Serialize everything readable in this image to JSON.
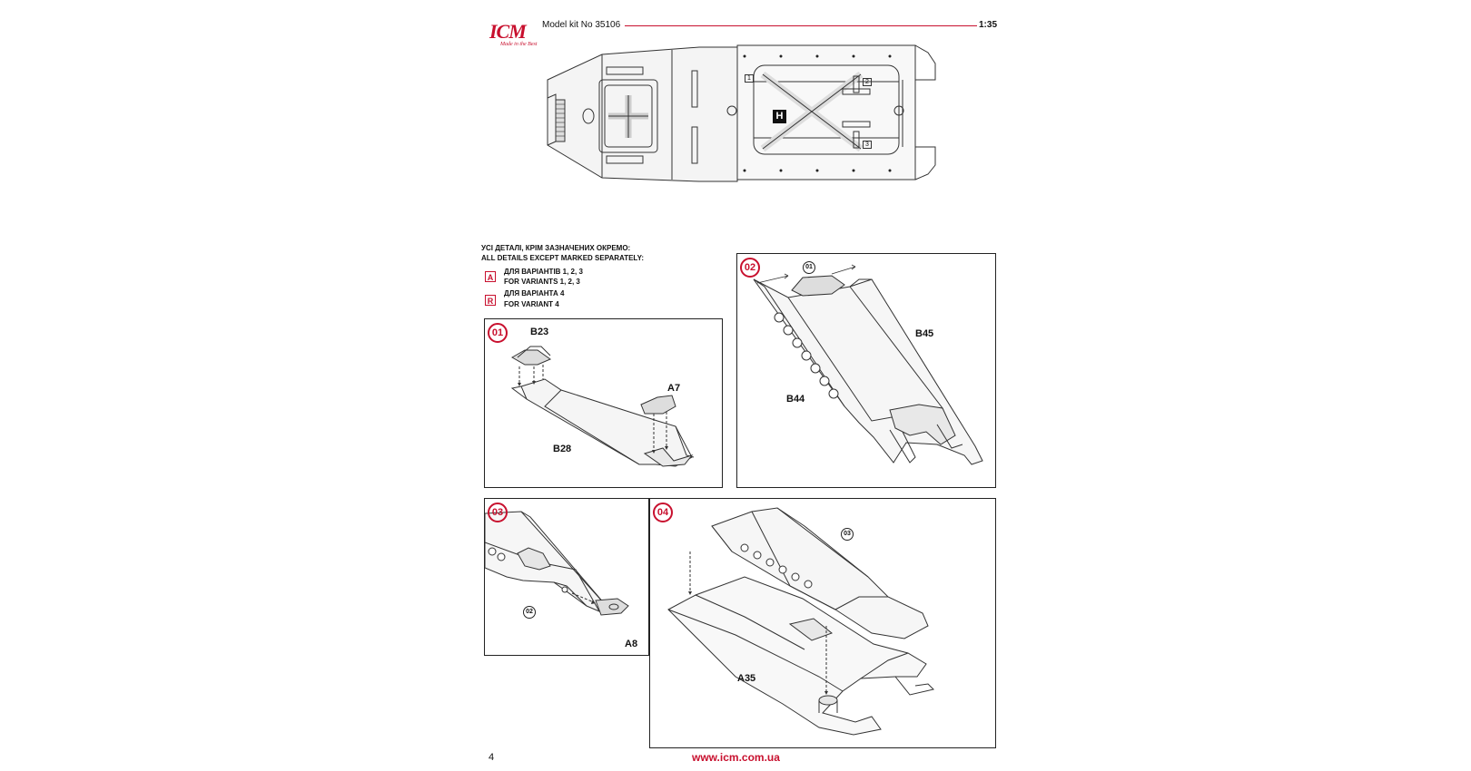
{
  "header": {
    "logo_text": "ICM",
    "logo_tagline": "Made in the Best",
    "model_kit": "Model kit No 35106",
    "scale": "1:35"
  },
  "hull_top": {
    "callout_letter": "H",
    "callout_numbers": [
      "1",
      "2",
      "3"
    ]
  },
  "notes": {
    "all_ua": "УСІ ДЕТАЛІ, КРІМ ЗАЗНАЧЕНИХ ОКРЕМО:",
    "all_en": "ALL DETAILS EXCEPT MARKED SEPARATELY:",
    "variants": [
      {
        "badge": "A",
        "ua": "ДЛЯ ВАРІАНТІВ 1, 2, 3",
        "en": "FOR VARIANTS 1, 2, 3"
      },
      {
        "badge": "R",
        "ua": "ДЛЯ ВАРІАНТА 4",
        "en": "FOR VARIANT 4"
      }
    ]
  },
  "steps": [
    {
      "number": "01",
      "parts": [
        "B23",
        "A7",
        "B28"
      ]
    },
    {
      "number": "02",
      "ref": "01",
      "parts": [
        "B45",
        "B44"
      ]
    },
    {
      "number": "03",
      "ref": "02",
      "parts": [
        "A8"
      ]
    },
    {
      "number": "04",
      "ref": "03",
      "parts": [
        "A35"
      ]
    }
  ],
  "footer": {
    "page": "4",
    "url": "www.icm.com.ua"
  }
}
